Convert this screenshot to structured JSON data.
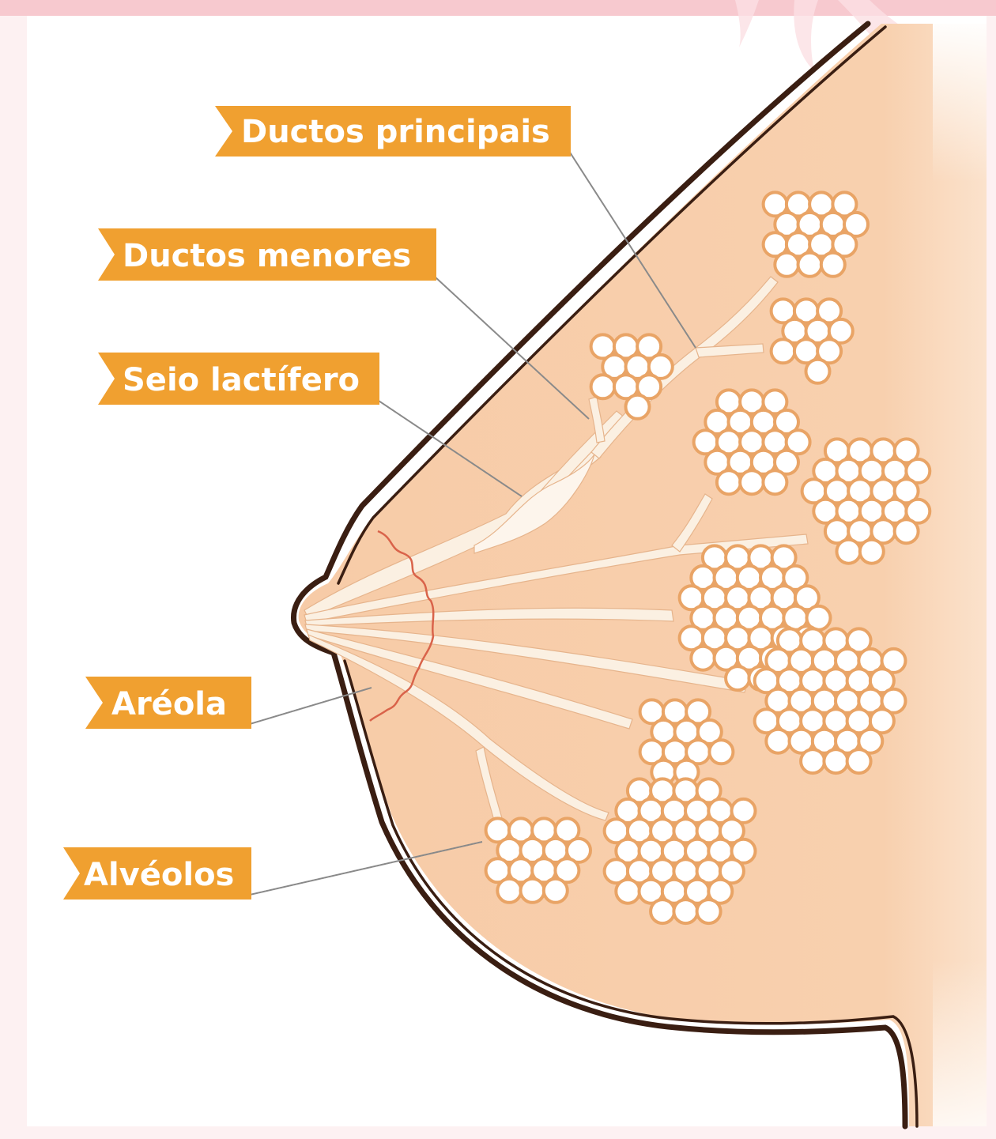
{
  "diagram": {
    "colors": {
      "page_background": "#fdf1f2",
      "top_band": "#f7c9cf",
      "frame": "#ffffff",
      "skin": "#f7cba7",
      "skin_light": "#fbe2cc",
      "outline": "#3a1e12",
      "duct": "#fbf0e2",
      "alveolus_fill": "#ffffff",
      "alveolus_stroke": "#e9a466",
      "areola_border": "#d9634a",
      "label_bg": "#f0a030",
      "label_text": "#ffffff",
      "leader_line": "#8a8a8a"
    },
    "labels": [
      {
        "id": "ductos-principais",
        "text": "Ductos principais"
      },
      {
        "id": "ductos-menores",
        "text": "Ductos menores"
      },
      {
        "id": "seio-lactifero",
        "text": "Seio lactífero"
      },
      {
        "id": "areola",
        "text": "Aréola"
      },
      {
        "id": "alveolos",
        "text": "Alvéolos"
      }
    ]
  }
}
